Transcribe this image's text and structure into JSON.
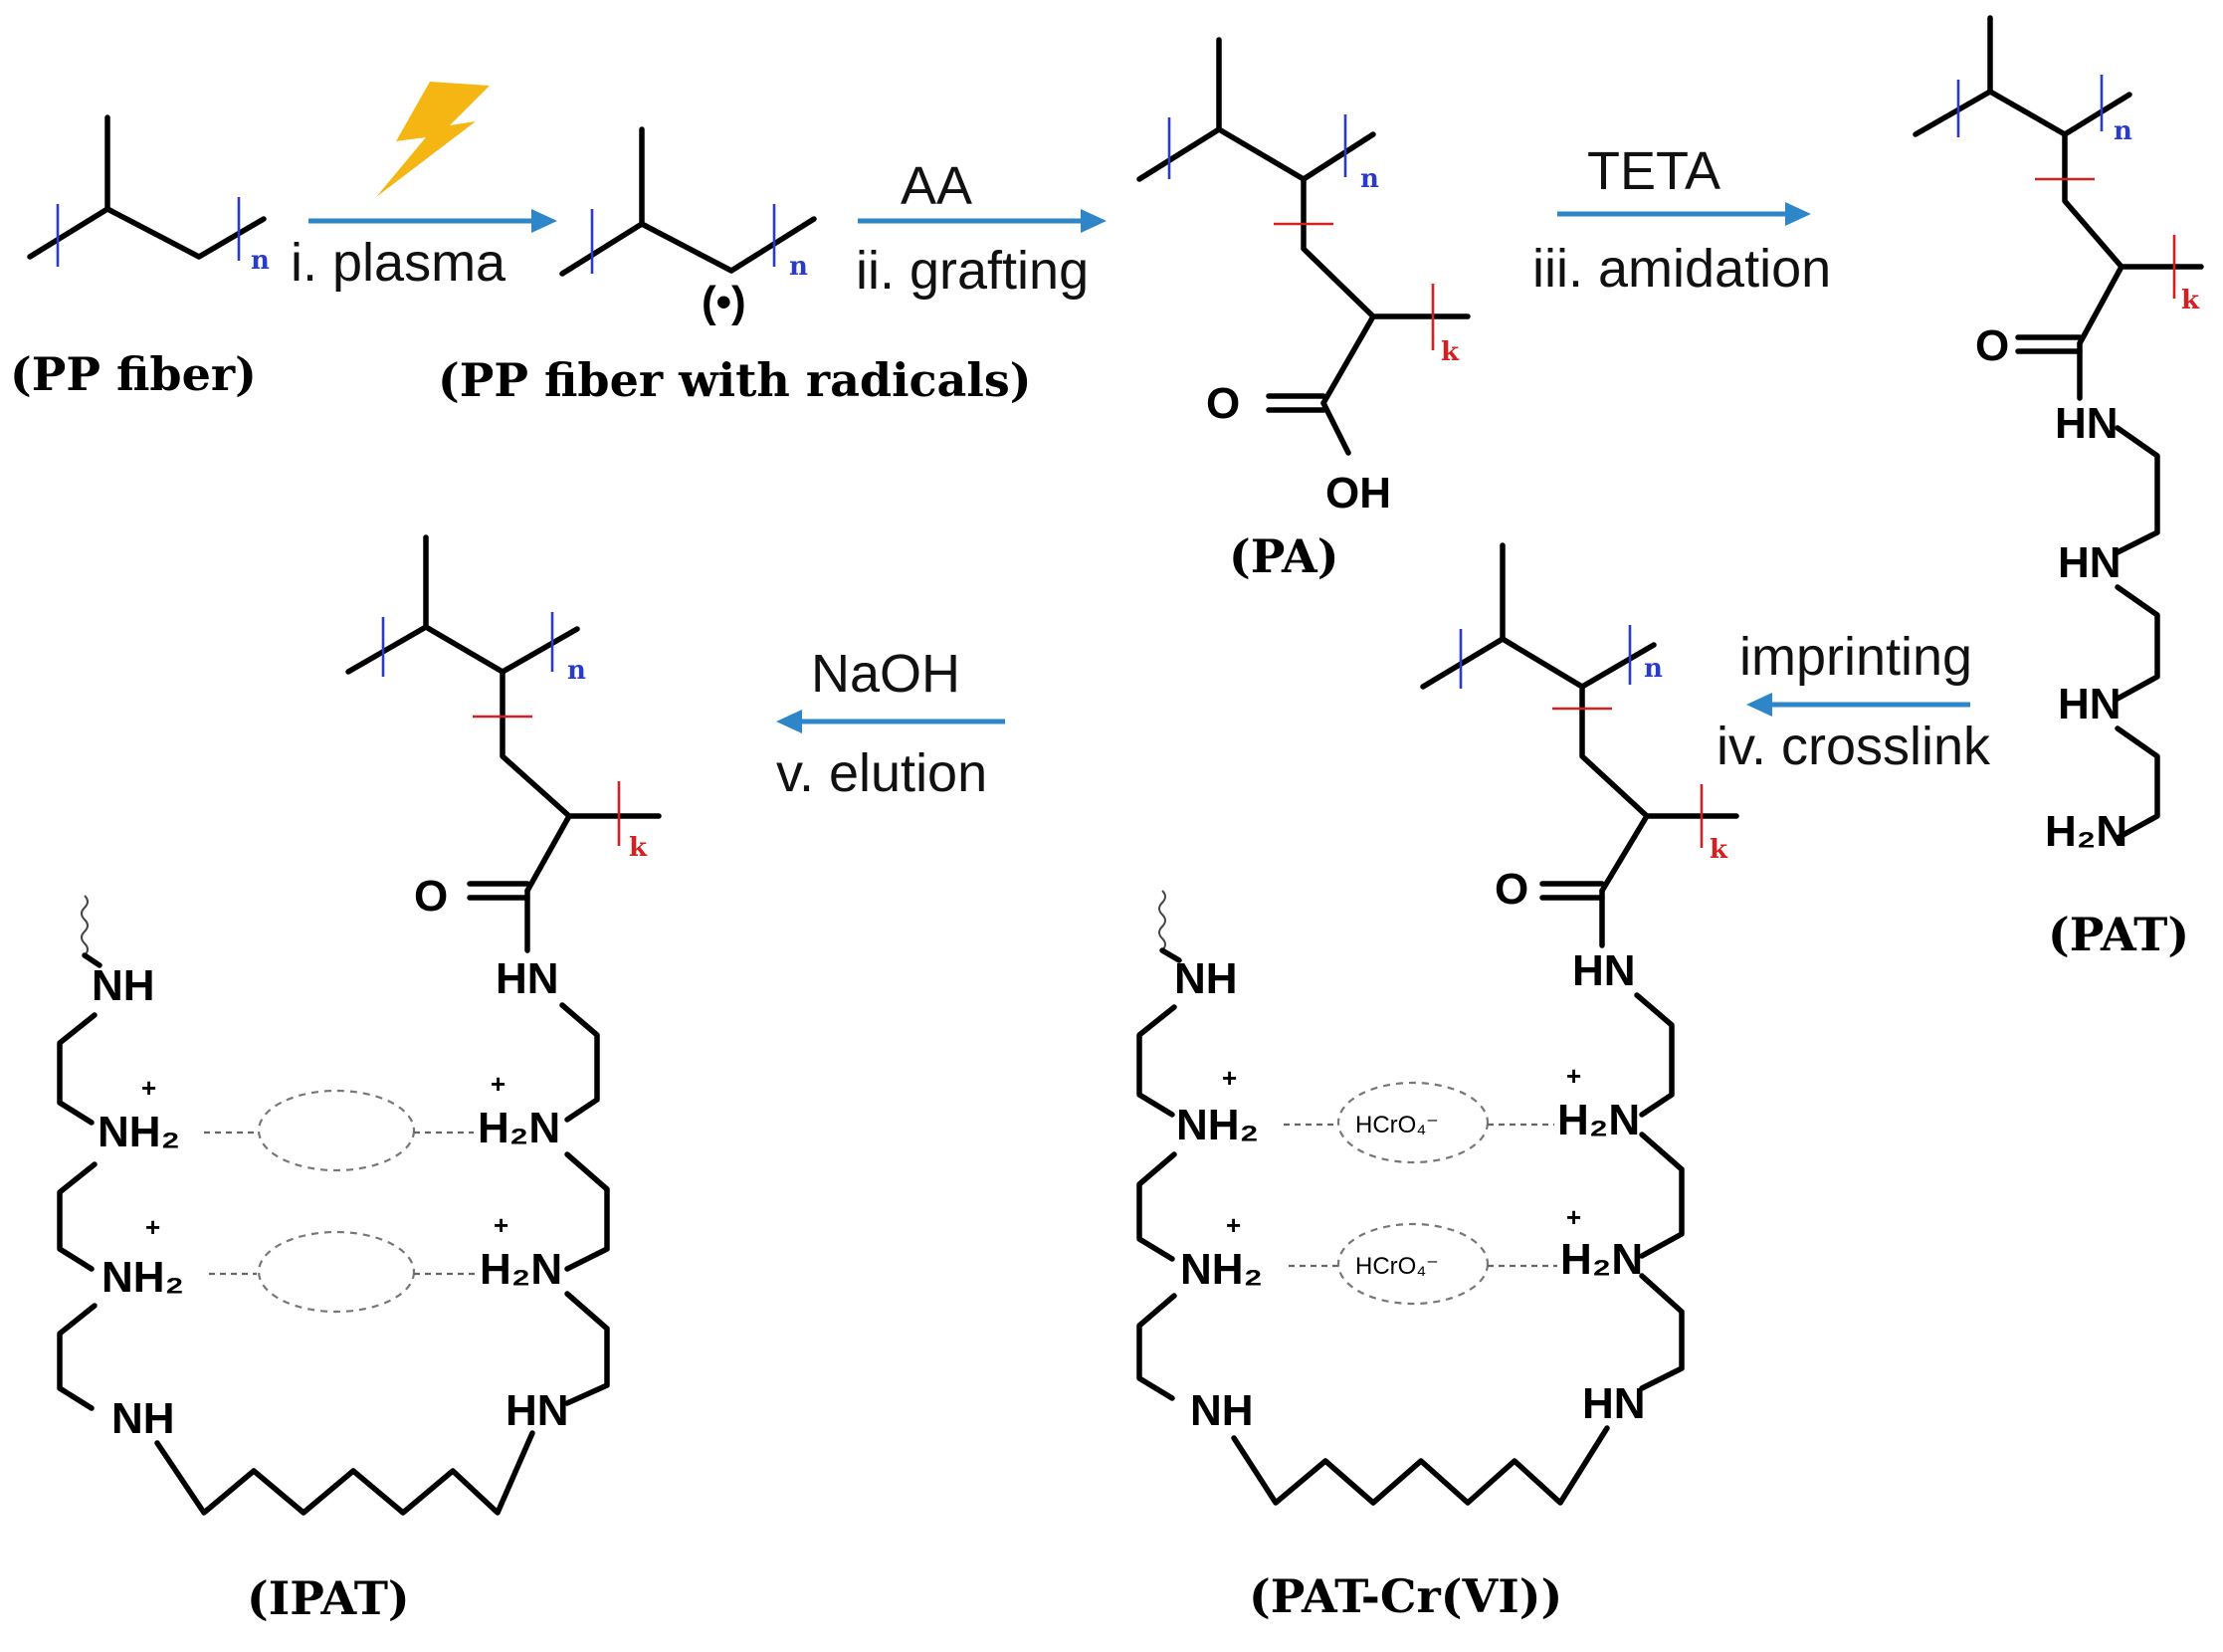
{
  "labels": {
    "pp": "(PP fiber)",
    "ppr": "(PP fiber with radicals)",
    "pa": "(PA)",
    "pat": "(PAT)",
    "patcr": "(PAT-Cr(VI))",
    "ipat": "(IPAT)"
  },
  "steps": {
    "s1_bottom": "i. plasma",
    "s2_top": "AA",
    "s2_bottom": "ii. grafting",
    "s3_top": "TETA",
    "s3_bottom": "iii. amidation",
    "s4_top": "imprinting",
    "s4_bottom": "iv. crosslink",
    "s5_top": "NaOH",
    "s5_bottom": "v. elution"
  },
  "atoms": {
    "radical": "(•)",
    "n": "n",
    "k": "k",
    "O": "O",
    "OH": "OH",
    "HN": "HN",
    "H2N": "H₂N",
    "NH": "NH",
    "NH2": "NH₂",
    "plus": "+",
    "hcro4": "HCrO₄⁻"
  },
  "colors": {
    "arrow": "#2e86c8",
    "bracket_n": "#2a3cc6",
    "bracket_k": "#d42020",
    "lightning": "#f5b614"
  },
  "icons": {
    "plasma": "lightning-bolt-icon"
  }
}
